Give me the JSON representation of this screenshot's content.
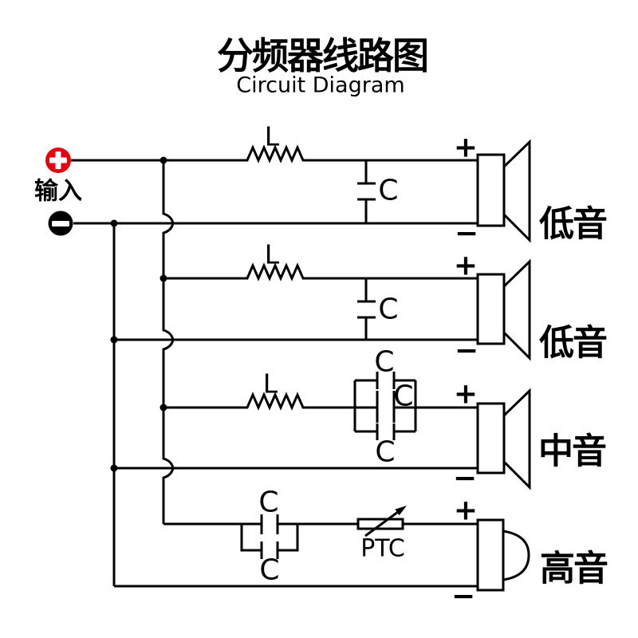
{
  "header": {
    "title": "分频器线路图",
    "subtitle": "Circuit Diagram"
  },
  "input": {
    "label": "输入",
    "plus_symbol": "+",
    "minus_symbol": "−",
    "plus_color": "#e60012",
    "minus_color": "#000000"
  },
  "labels": {
    "inductor": "L",
    "capacitor": "C",
    "ptc": "PTC",
    "plus": "+",
    "minus": "−"
  },
  "channels": [
    {
      "id": "woofer-1",
      "speaker_label": "低音",
      "speaker_type": "cone",
      "components": [
        "L",
        "C"
      ]
    },
    {
      "id": "woofer-2",
      "speaker_label": "低音",
      "speaker_type": "cone",
      "components": [
        "L",
        "C"
      ]
    },
    {
      "id": "midrange",
      "speaker_label": "中音",
      "speaker_type": "cone",
      "components": [
        "L",
        "C",
        "C",
        "C"
      ]
    },
    {
      "id": "tweeter",
      "speaker_label": "高音",
      "speaker_type": "dome",
      "components": [
        "C",
        "C",
        "PTC"
      ]
    }
  ],
  "colors": {
    "line": "#000000",
    "background": "#ffffff"
  }
}
